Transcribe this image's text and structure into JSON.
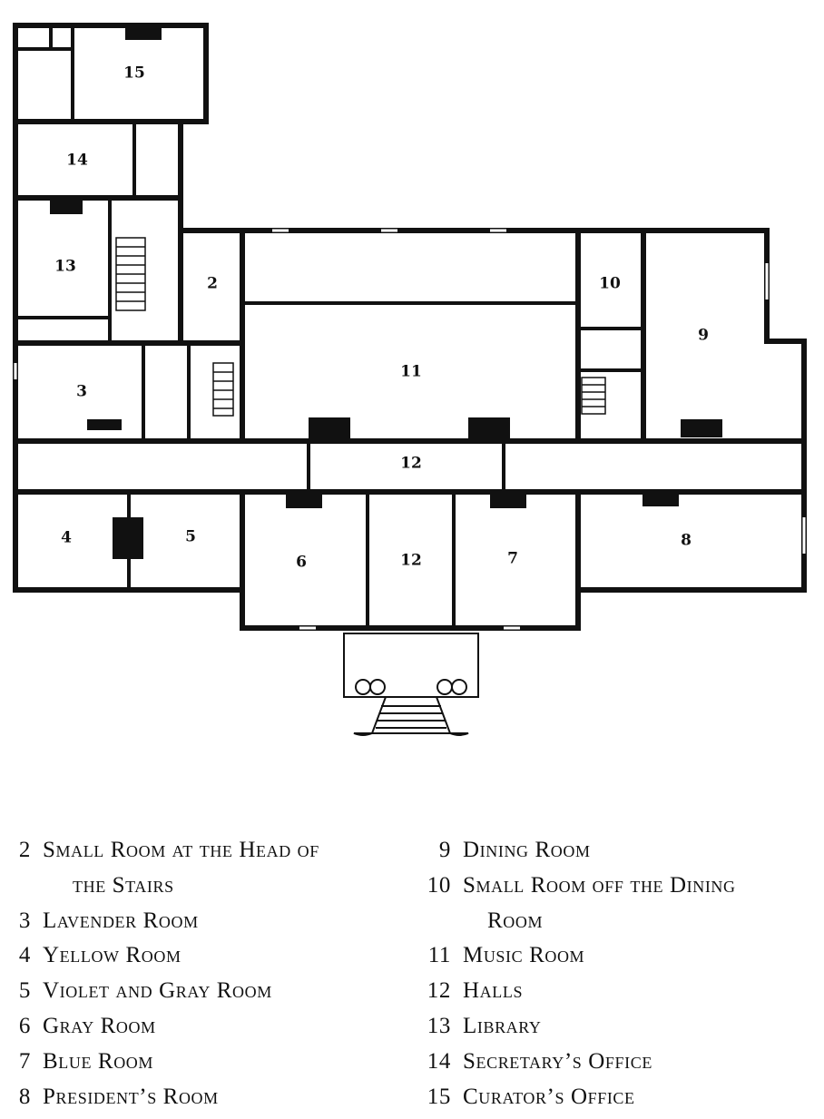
{
  "rooms": [
    {
      "number": "2"
    },
    {
      "number": "3"
    },
    {
      "number": "4"
    },
    {
      "number": "5"
    },
    {
      "number": "6"
    },
    {
      "number": "7"
    },
    {
      "number": "8"
    },
    {
      "number": "9"
    },
    {
      "number": "10"
    },
    {
      "number": "11"
    },
    {
      "number": "12"
    },
    {
      "number": "12"
    },
    {
      "number": "13"
    },
    {
      "number": "14"
    },
    {
      "number": "15"
    }
  ],
  "legend_left": [
    {
      "number": "2",
      "name": "Small Room at the Head of",
      "cont": "the Stairs"
    },
    {
      "number": "3",
      "name": "Lavender Room"
    },
    {
      "number": "4",
      "name": "Yellow Room"
    },
    {
      "number": "5",
      "name": "Violet and Gray Room"
    },
    {
      "number": "6",
      "name": "Gray Room"
    },
    {
      "number": "7",
      "name": "Blue Room"
    },
    {
      "number": "8",
      "name": "President’s Room"
    }
  ],
  "legend_right": [
    {
      "number": "9",
      "name": "Dining Room"
    },
    {
      "number": "10",
      "name": "Small Room off the Dining",
      "cont": "Room"
    },
    {
      "number": "11",
      "name": "Music Room"
    },
    {
      "number": "12",
      "name": "Halls"
    },
    {
      "number": "13",
      "name": "Library"
    },
    {
      "number": "14",
      "name": "Secretary’s Office"
    },
    {
      "number": "15",
      "name": "Curator’s Office"
    }
  ]
}
